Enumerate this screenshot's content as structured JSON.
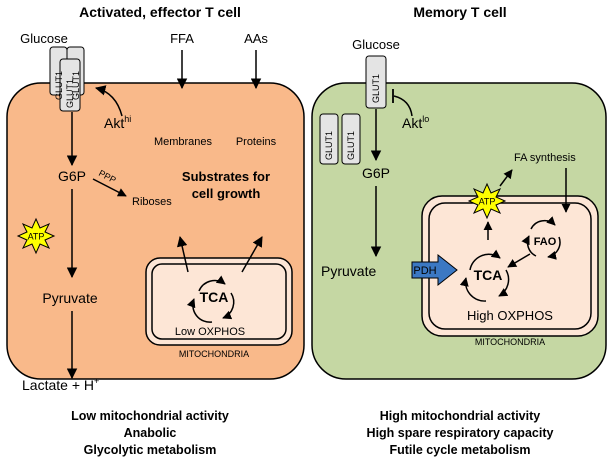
{
  "left_panel": {
    "title": "Activated, effector T cell",
    "glucose": "Glucose",
    "ffa": "FFA",
    "aas": "AAs",
    "glut1": "GLUT1",
    "akt": "Akt",
    "akt_sup": "hi",
    "membranes": "Membranes",
    "proteins": "Proteins",
    "g6p": "G6P",
    "ppp": "PPP",
    "riboses": "Riboses",
    "substrates_line1": "Substrates for",
    "substrates_line2": "cell growth",
    "atp": "ATP",
    "pyruvate": "Pyruvate",
    "tca": "TCA",
    "oxphos": "Low OXPHOS",
    "mitochondria": "MITOCHONDRIA",
    "lactate": "Lactate + H",
    "lactate_sup": "+",
    "caption": [
      "Low mitochondrial activity",
      "Anabolic",
      "Glycolytic metabolism"
    ],
    "cell_color": "#f9b98a",
    "mito_inner_color": "#fde6d6"
  },
  "right_panel": {
    "title": "Memory T cell",
    "glucose": "Glucose",
    "glut1": "GLUT1",
    "akt": "Akt",
    "akt_sup": "lo",
    "g6p": "G6P",
    "fa_synthesis": "FA synthesis",
    "atp": "ATP",
    "pyruvate": "Pyruvate",
    "pdh": "PDH",
    "tca": "TCA",
    "fao": "FAO",
    "oxphos": "High OXPHOS",
    "mitochondria": "MITOCHONDRIA",
    "caption": [
      "High mitochondrial activity",
      "High spare respiratory capacity",
      "Futile cycle metabolism"
    ],
    "cell_color": "#c5d7a3",
    "mito_inner_color": "#fde6d6",
    "pdh_color": "#3b78c3"
  },
  "colors": {
    "atp_star": "#ffff00",
    "glut_fill": "#e4e4e4"
  }
}
